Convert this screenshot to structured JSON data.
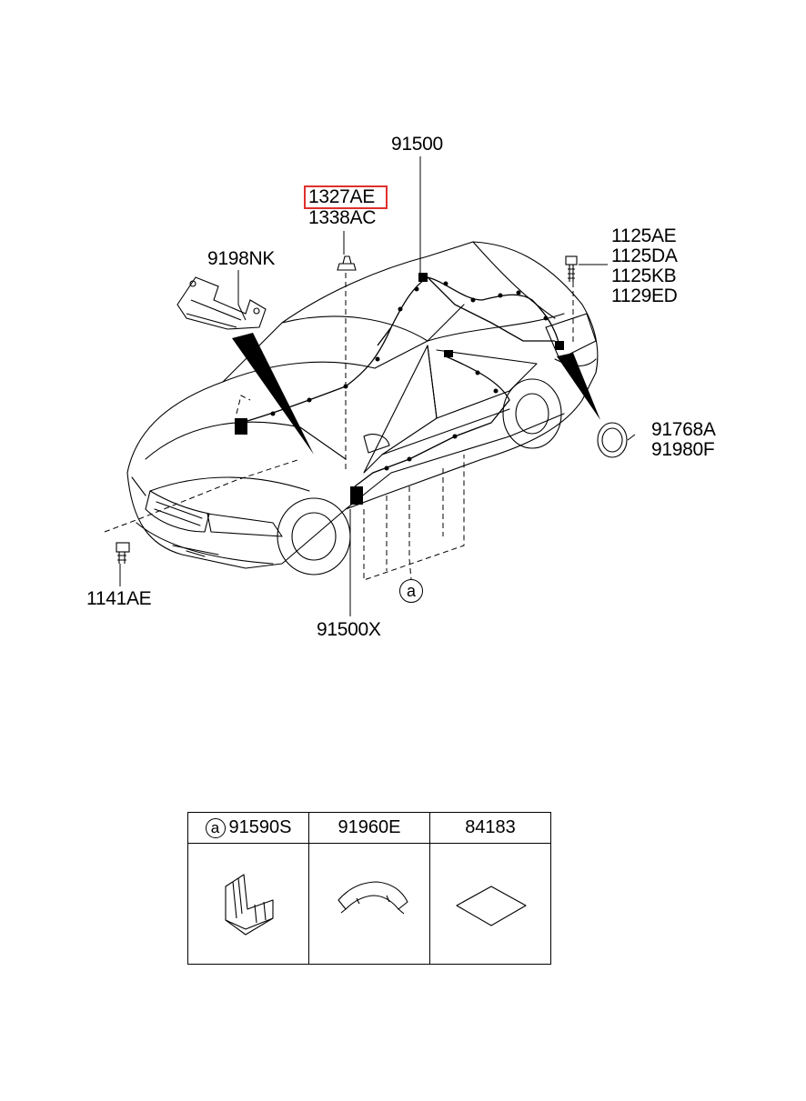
{
  "callouts": {
    "harness_main": "91500",
    "part_1327ae": "1327AE",
    "part_1338ac": "1338AC",
    "bracket": "9198NK",
    "bolts": [
      "1125AE",
      "1125DA",
      "1125KB",
      "1129ED"
    ],
    "grommets": [
      "91768A",
      "91980F"
    ],
    "screw": "1141AE",
    "harness_sub": "91500X",
    "ref_a": "a"
  },
  "highlight_color": "#e0302c",
  "parts_table": {
    "headers": [
      {
        "ref": "a",
        "code": "91590S"
      },
      {
        "ref": "",
        "code": "91960E"
      },
      {
        "ref": "",
        "code": "84183"
      }
    ],
    "part_icons": [
      "clip-bracket-icon",
      "protector-icon",
      "pad-icon"
    ]
  }
}
